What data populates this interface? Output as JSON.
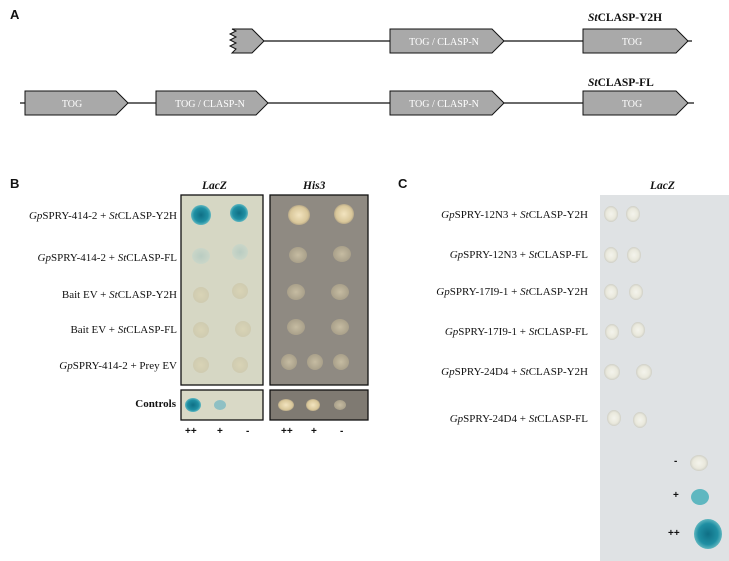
{
  "panels": {
    "a": "A",
    "b": "B",
    "c": "C"
  },
  "panelA": {
    "constructs": [
      {
        "name_prefix": "St",
        "name_rest": "CLASP-Y2H",
        "domains": [
          "",
          "TOG / CLASP-N",
          "TOG"
        ]
      },
      {
        "name_prefix": "St",
        "name_rest": "CLASP-FL",
        "domains": [
          "TOG",
          "TOG / CLASP-N",
          "TOG / CLASP-N",
          "TOG"
        ]
      }
    ]
  },
  "panelB": {
    "columns": [
      "LacZ",
      "His3"
    ],
    "rows": [
      {
        "a": "Gp",
        "b": "SPRY-414-2 + ",
        "c": "St",
        "d": "CLASP-Y2H"
      },
      {
        "a": "Gp",
        "b": "SPRY-414-2 + ",
        "c": "St",
        "d": "CLASP-FL"
      },
      {
        "a": "",
        "b": "Bait EV + ",
        "c": "St",
        "d": "CLASP-Y2H"
      },
      {
        "a": "",
        "b": "Bait EV + ",
        "c": "St",
        "d": "CLASP-FL"
      },
      {
        "a": "Gp",
        "b": "SPRY-414-2 + Prey EV",
        "c": "",
        "d": ""
      }
    ],
    "controls_label": "Controls",
    "control_symbols": [
      "++",
      "+",
      "-"
    ]
  },
  "panelC": {
    "column": "LacZ",
    "rows": [
      {
        "a": "Gp",
        "b": "SPRY-12N3 + ",
        "c": "St",
        "d": "CLASP-Y2H"
      },
      {
        "a": "Gp",
        "b": "SPRY-12N3 + ",
        "c": "St",
        "d": "CLASP-FL"
      },
      {
        "a": "Gp",
        "b": "SPRY-17I9-1 + ",
        "c": "St",
        "d": "CLASP-Y2H"
      },
      {
        "a": "Gp",
        "b": "SPRY-17I9-1 + ",
        "c": "St",
        "d": "CLASP-FL"
      },
      {
        "a": "Gp",
        "b": "SPRY-24D4 + ",
        "c": "St",
        "d": "CLASP-Y2H"
      },
      {
        "a": "Gp",
        "b": "SPRY-24D4 + ",
        "c": "St",
        "d": "CLASP-FL"
      }
    ],
    "control_symbols": [
      "-",
      "+",
      "++"
    ]
  },
  "colors": {
    "domain_fill": "#a9a9a9",
    "lacz_plate": "#d6d7c4",
    "his3_plate": "#8f8a82",
    "panelC_plate": "#dfe2e4",
    "blue_colony": "#1f8fa3"
  }
}
